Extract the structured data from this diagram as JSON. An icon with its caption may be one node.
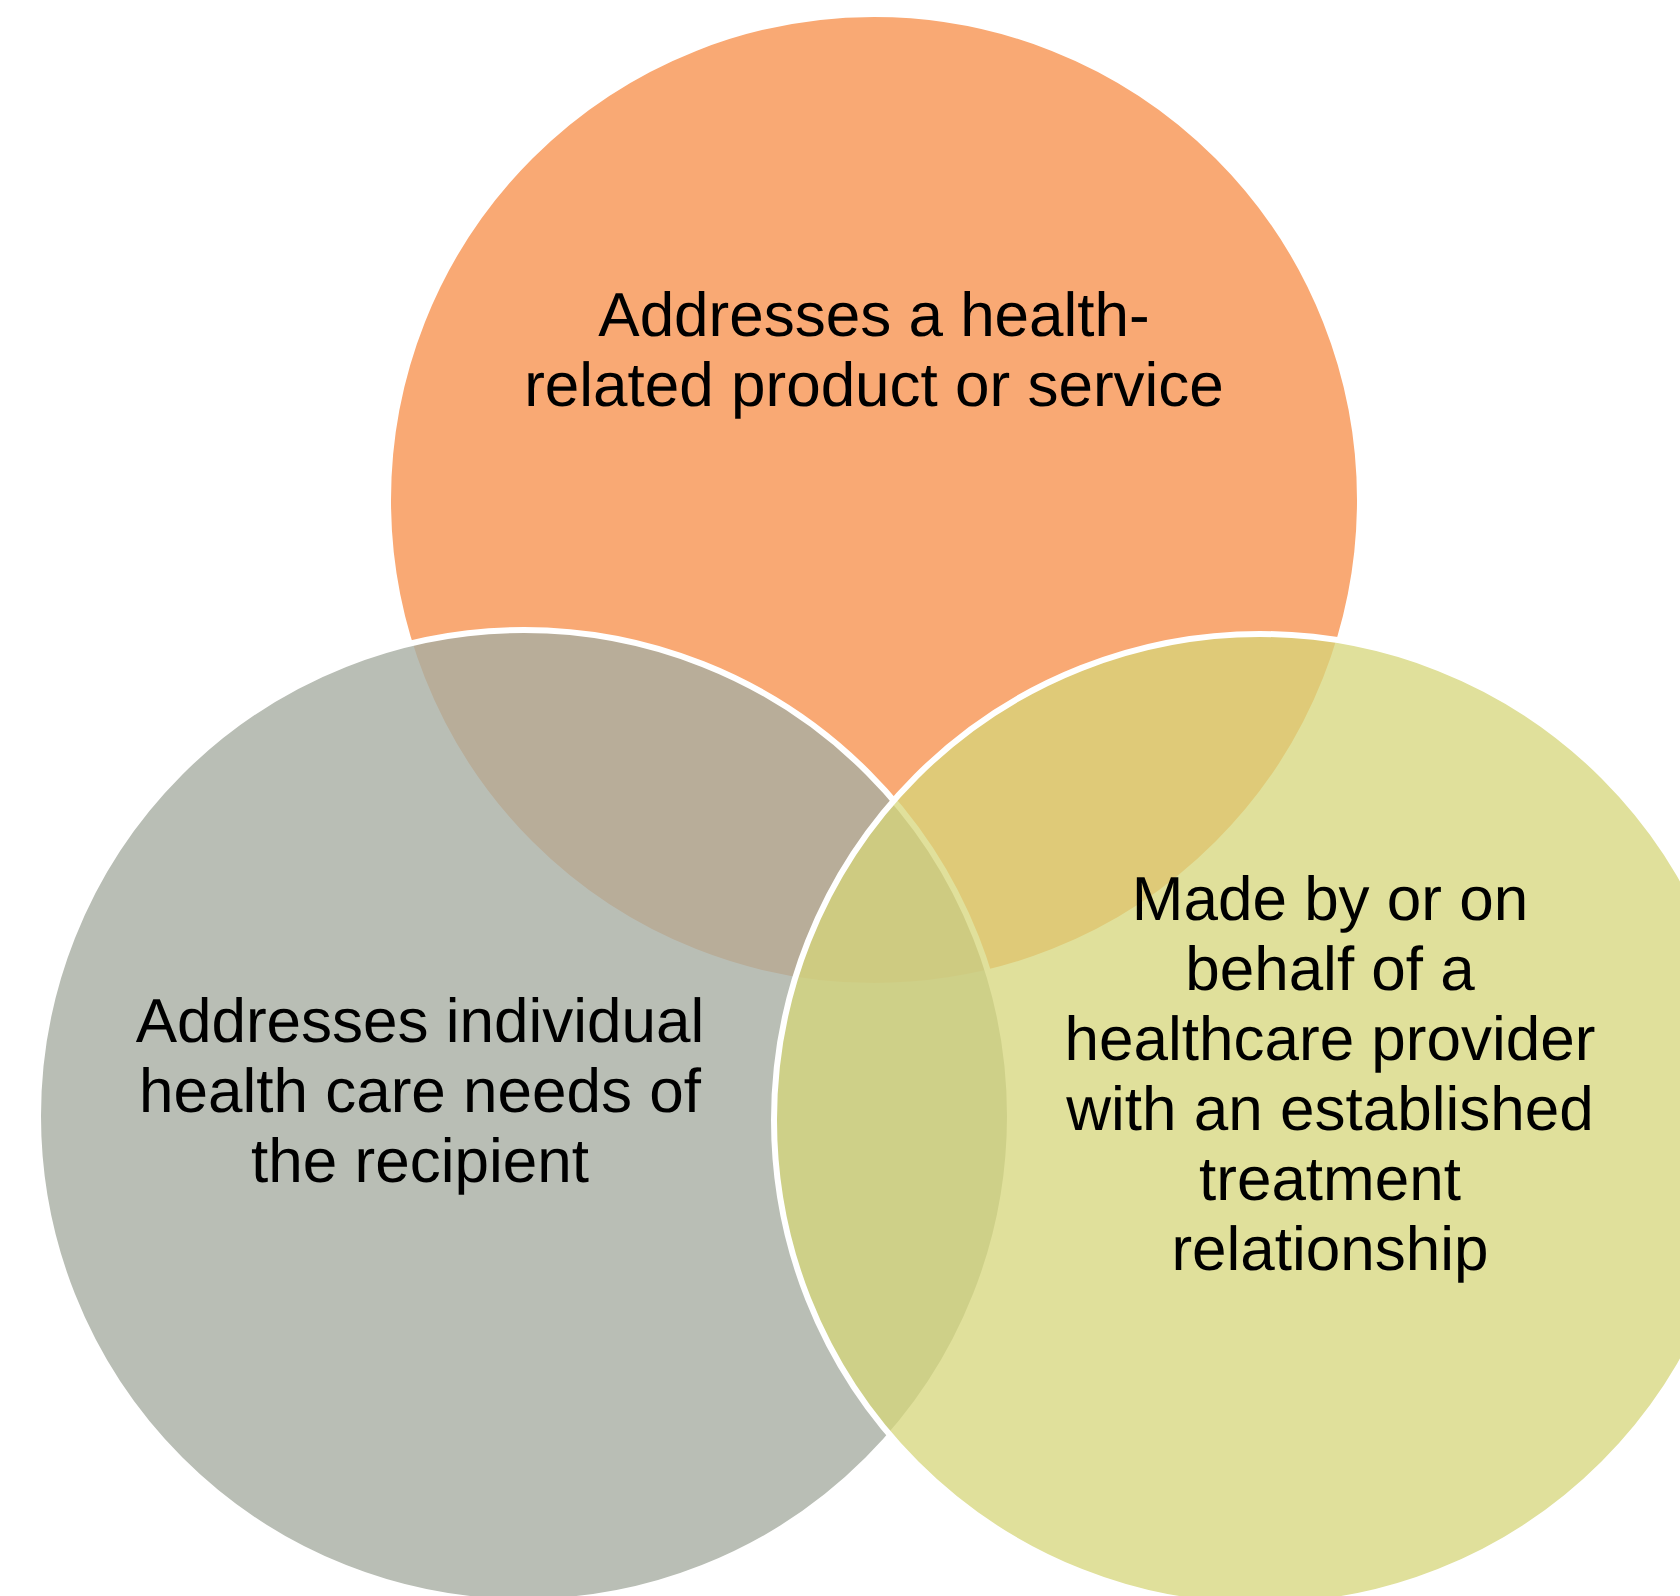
{
  "diagram": {
    "nodes": [
      {
        "text": [
          "Addresses a health-related product or service"
        ]
      },
      {
        "text": [
          "Addresses individual health care needs of the recipient"
        ]
      },
      {
        "text": [
          "Made by or on behalf of a healthcare provider with an established treatment relationship"
        ]
      }
    ]
  }
}
